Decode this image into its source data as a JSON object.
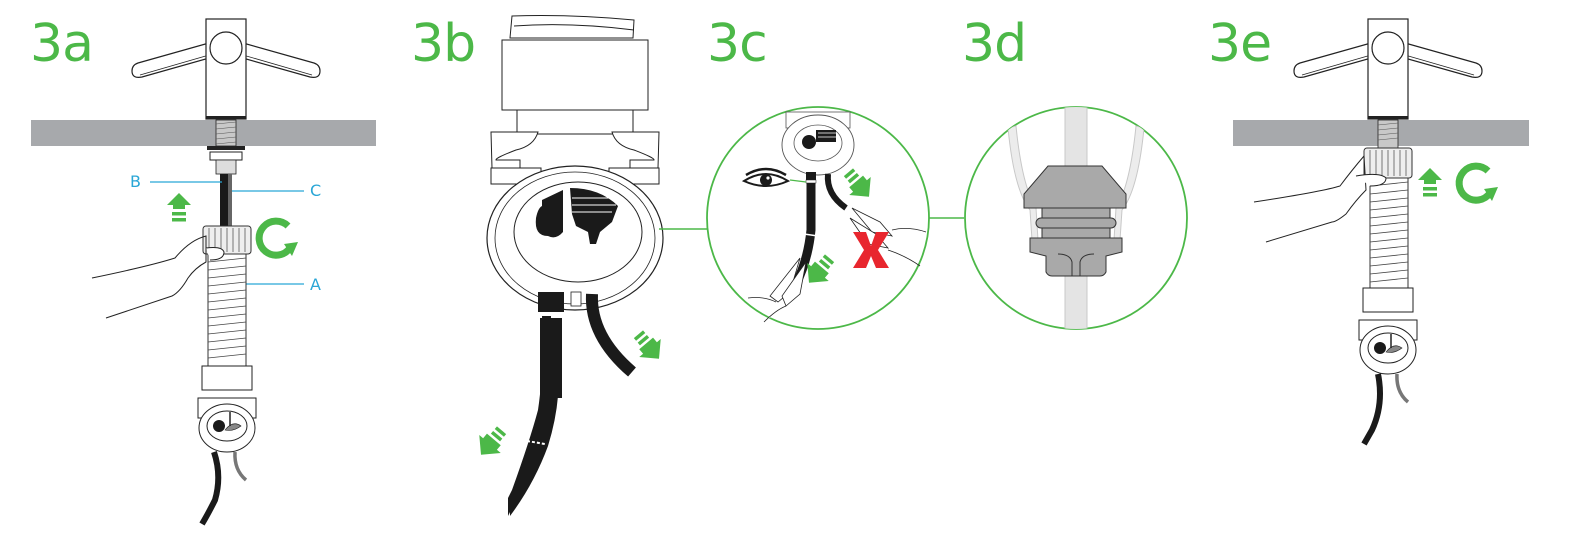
{
  "steps": [
    {
      "id": "3a",
      "label": "3a"
    },
    {
      "id": "3b",
      "label": "3b"
    },
    {
      "id": "3c",
      "label": "3c"
    },
    {
      "id": "3d",
      "label": "3d"
    },
    {
      "id": "3e",
      "label": "3e"
    }
  ],
  "callouts": {
    "a": "A",
    "b": "B",
    "c": "C"
  },
  "colors": {
    "step_label": "#4cb848",
    "arrow_green": "#4cb848",
    "callout_blue": "#29a6d6",
    "countertop_gray": "#a7a9ac",
    "warning_red": "#e8262e",
    "cable_black": "#1a1a1a"
  },
  "icons": {
    "up_arrow": "arrow-up-icon",
    "rotate_clockwise": "rotate-clockwise-icon",
    "pull_arrow": "pull-down-arrow-icon",
    "eye": "eye-icon",
    "cross": "cross-x-icon"
  }
}
